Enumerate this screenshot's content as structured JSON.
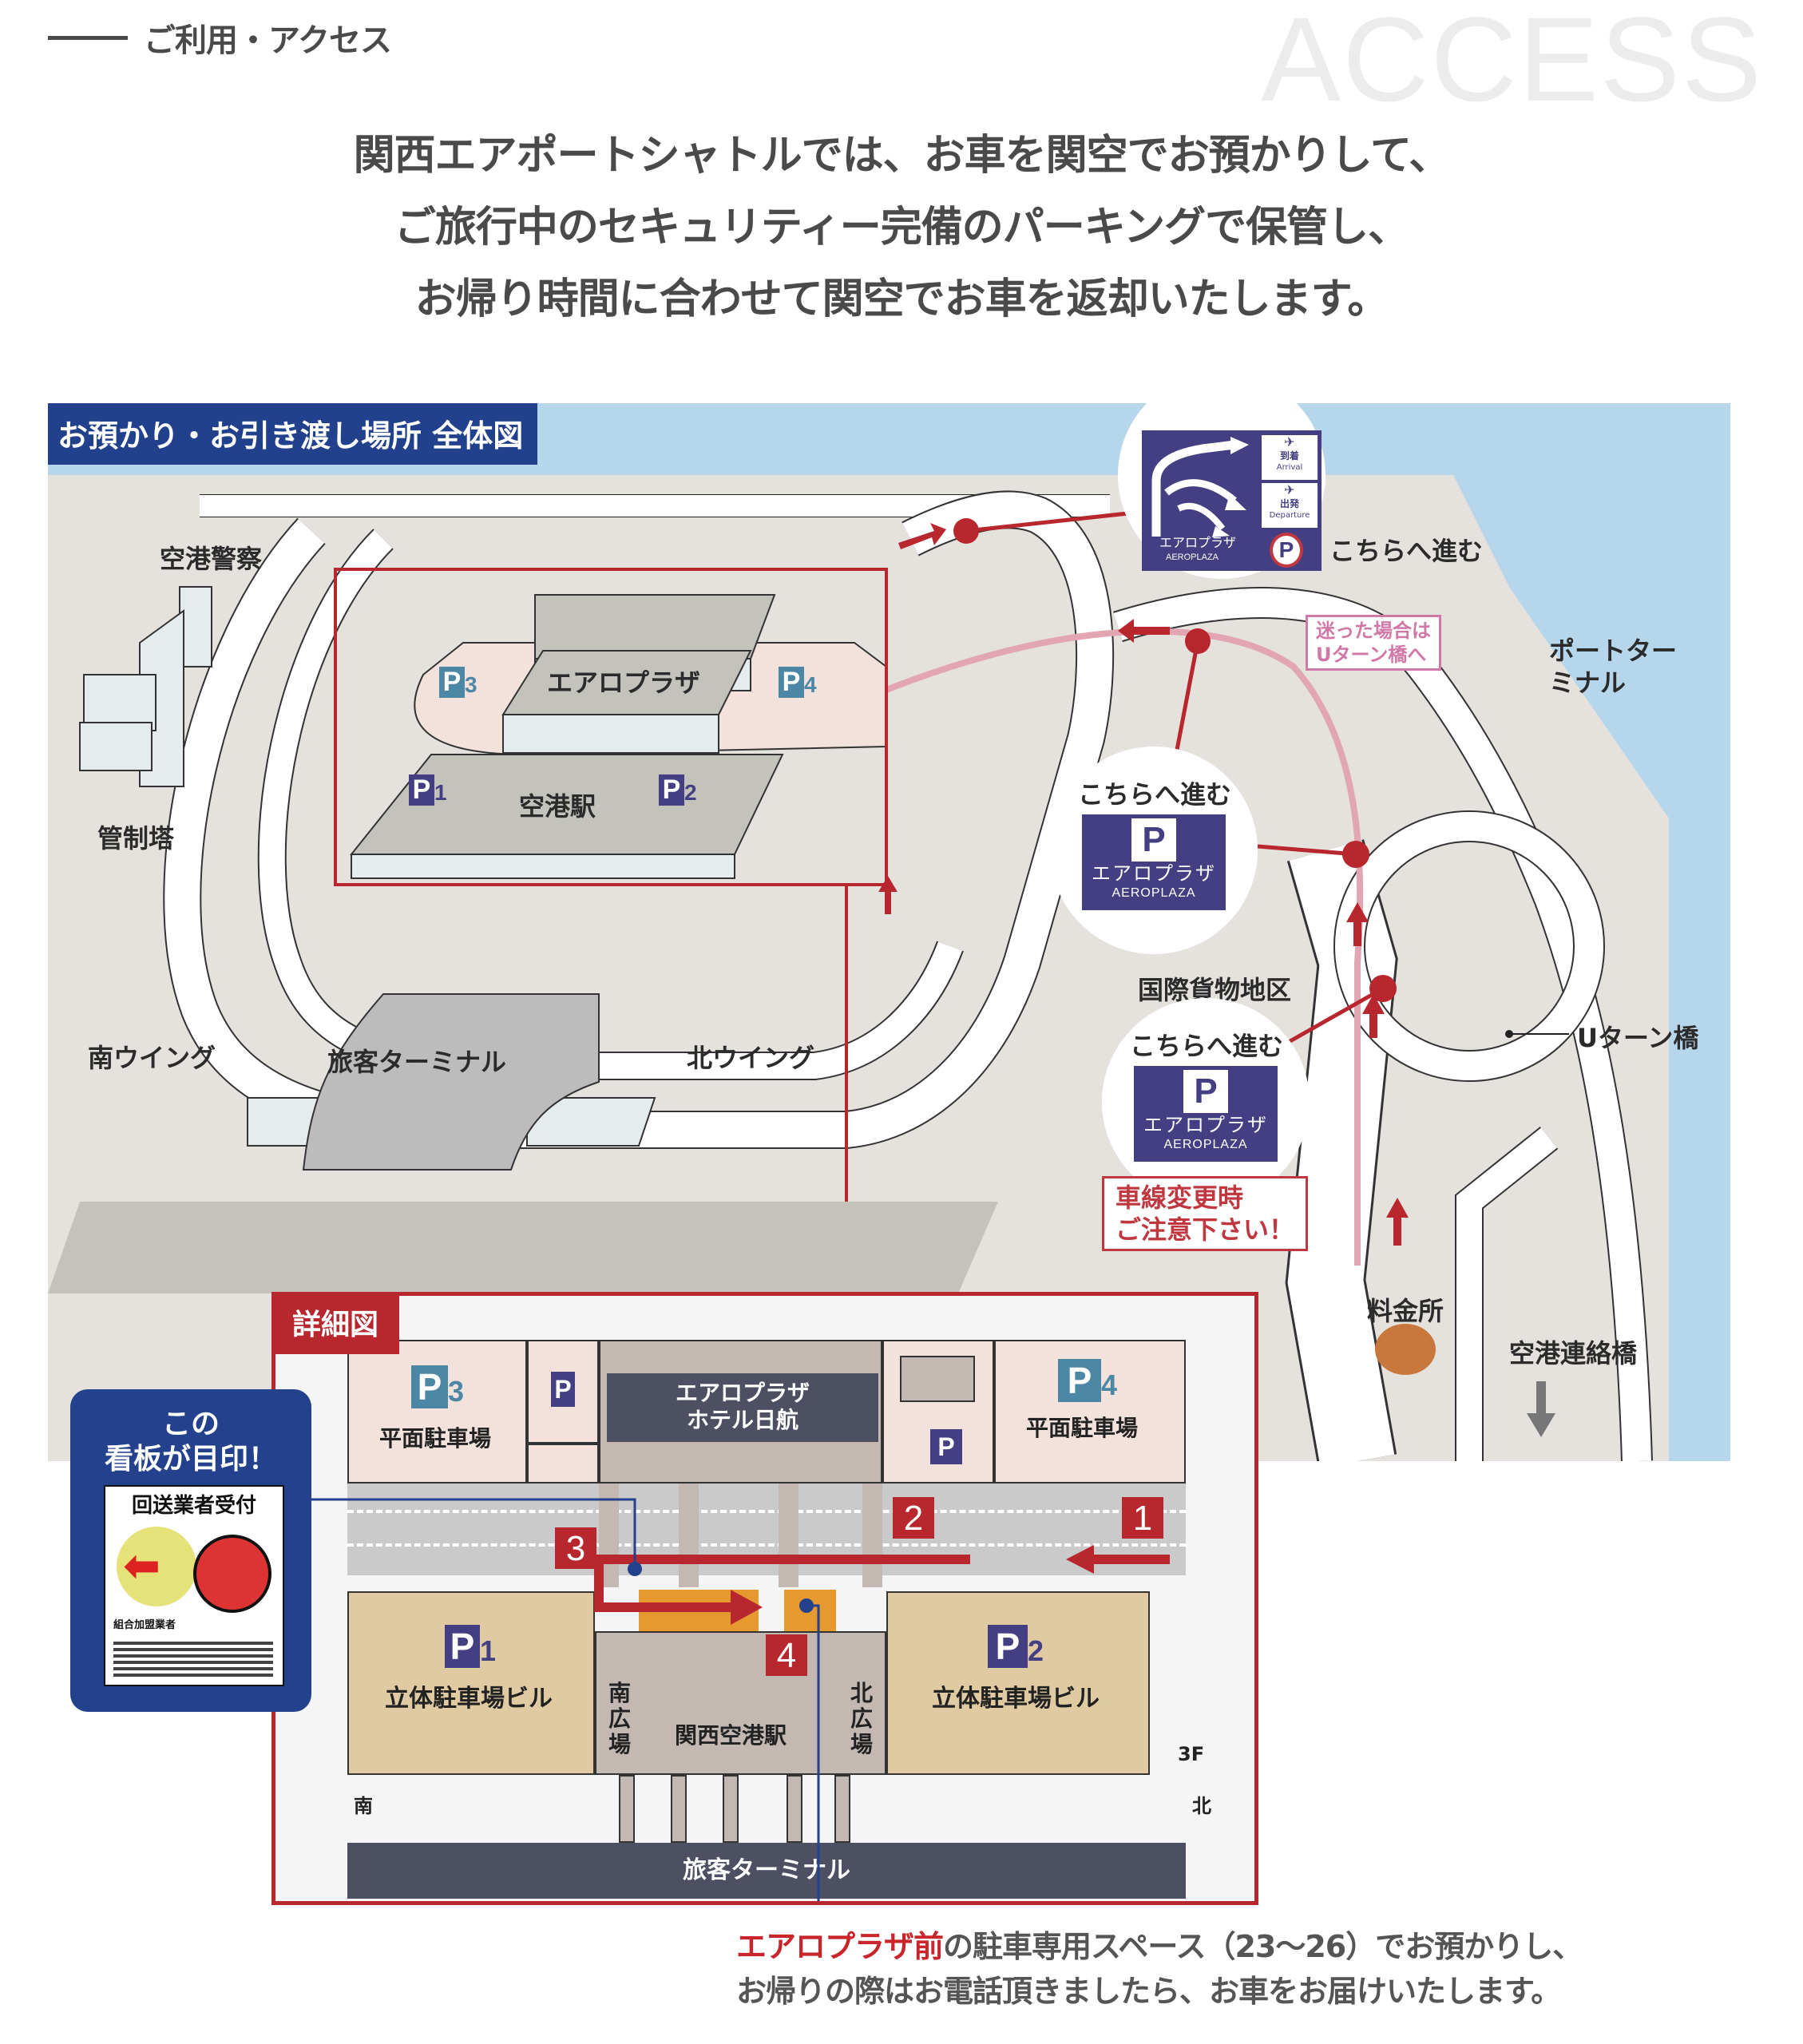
{
  "header": {
    "section_label": "ご利用・アクセス",
    "watermark": "ACCESS"
  },
  "intro": {
    "lines": [
      "関西エアポートシャトルでは、お車を関空でお預かりして、",
      "ご旅行中のセキュリティー完備のパーキングで保管し、",
      "お帰り時間に合わせて関空でお車を返却いたします。"
    ]
  },
  "overview_map": {
    "title": "お預かり・お引き渡し場所 全体図",
    "labels": {
      "police": "空港警察",
      "control_tower": "管制塔",
      "aeroplaza": "エアロプラザ",
      "airport_station": "空港駅",
      "terminal": "旅客ターミナル",
      "south_wing": "南ウイング",
      "north_wing": "北ウイング",
      "port_terminal": "ポートターミナル",
      "cargo_area": "国際貨物地区",
      "uturn_bridge": "Uターン橋",
      "toll_gate": "料金所",
      "access_bridge": "空港連絡橋"
    },
    "parking_markers": [
      {
        "letter": "P",
        "number": "3"
      },
      {
        "letter": "P",
        "number": "4"
      },
      {
        "letter": "P",
        "number": "1"
      },
      {
        "letter": "P",
        "number": "2"
      }
    ],
    "direction_sign": {
      "arrival_jp": "到着",
      "arrival_en": "Arrival",
      "departure_jp": "出発",
      "departure_en": "Departure",
      "plaza_jp": "エアロプラザ",
      "plaza_en": "AEROPLAZA",
      "p": "P",
      "proceed": "こちらへ進む"
    },
    "bubbles": [
      {
        "proceed": "こちらへ進む",
        "p": "P",
        "plaza_jp": "エアロプラザ",
        "plaza_en": "AEROPLAZA"
      },
      {
        "proceed": "こちらへ進む",
        "p": "P",
        "plaza_jp": "エアロプラザ",
        "plaza_en": "AEROPLAZA"
      }
    ],
    "lost_note": [
      "迷った場合は",
      "Uターン橋へ"
    ],
    "lane_warning": [
      "車線変更時",
      "ご注意下さい！"
    ]
  },
  "detail_map": {
    "title": "詳細図",
    "lots": {
      "p3": {
        "letter": "P",
        "number": "3",
        "label": "平面駐車場"
      },
      "p4": {
        "letter": "P",
        "number": "4",
        "label": "平面駐車場"
      },
      "p1": {
        "letter": "P",
        "number": "1",
        "label": "立体駐車場ビル"
      },
      "p2": {
        "letter": "P",
        "number": "2",
        "label": "立体駐車場ビル"
      },
      "small_p": "P"
    },
    "hotel": [
      "エアロプラザ",
      "ホテル日航"
    ],
    "south_plaza": "南広場",
    "north_plaza": "北広場",
    "station": "関西空港駅",
    "terminal": "旅客ターミナル",
    "floor": "3F",
    "south": "南",
    "north": "北",
    "steps": [
      "1",
      "2",
      "3",
      "4"
    ]
  },
  "landmark_sign": {
    "title_line1": "この",
    "title_line2": "看板が目印！",
    "board_heading": "回送業者受付",
    "board_sub": "組合加盟業者"
  },
  "footnote": {
    "highlight": "エアロプラザ前",
    "line1_rest": "の駐車専用スペース（23〜26）でお預かりし、",
    "line2": "お帰りの際はお電話頂きましたら、お車をお届けいたします。"
  },
  "colors": {
    "brand_red": "#b8262e",
    "navy": "#22418c",
    "sign_purple": "#433f82",
    "p_teal": "#4d87a6",
    "sea": "#b6d6ec",
    "land": "#e5e2dd",
    "route_pink": "#d079a6"
  }
}
